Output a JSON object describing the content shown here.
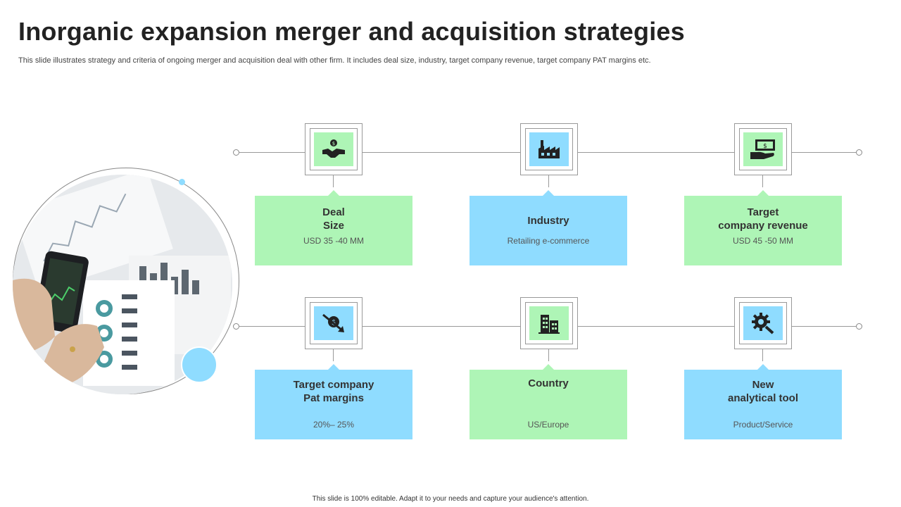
{
  "header": {
    "title": "Inorganic expansion merger and acquisition strategies",
    "subtitle": "This slide illustrates strategy and criteria of ongoing merger and acquisition deal with other firm. It includes deal size, industry, target company revenue, target company PAT margins etc."
  },
  "cards": [
    {
      "title": "Deal\nSize",
      "value": "USD 35 -40 MM",
      "icon": "handshake-dollar-icon",
      "color": "#aef5b6"
    },
    {
      "title": "Industry",
      "value": "Retailing e-commerce",
      "icon": "factory-icon",
      "color": "#8fdcff"
    },
    {
      "title": "Target\ncompany revenue",
      "value": "USD 45 -50 MM",
      "icon": "money-hand-icon",
      "color": "#aef5b6"
    },
    {
      "title": "Target company\nPat margins",
      "value": "20%– 25%",
      "icon": "declining-dollar-icon",
      "color": "#8fdcff"
    },
    {
      "title": "Country",
      "value": "US/Europe",
      "icon": "city-buildings-icon",
      "color": "#aef5b6"
    },
    {
      "title": "New\nanalytical tool",
      "value": "Product/Service",
      "icon": "gear-search-icon",
      "color": "#8fdcff"
    }
  ],
  "footer": {
    "note": "This slide is 100% editable. Adapt it to your needs and capture your audience's attention."
  }
}
